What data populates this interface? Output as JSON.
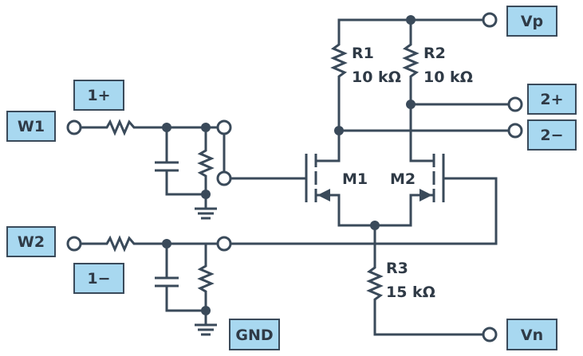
{
  "labels": {
    "vp": "Vp",
    "vn": "Vn",
    "gnd": "GND",
    "w1": "W1",
    "w2": "W2",
    "in_plus": "1+",
    "in_minus": "1−",
    "out_plus": "2+",
    "out_minus": "2−"
  },
  "components": {
    "r1": {
      "name": "R1",
      "value": "10 kΩ"
    },
    "r2": {
      "name": "R2",
      "value": "10 kΩ"
    },
    "r3": {
      "name": "R3",
      "value": "15 kΩ"
    },
    "m1": {
      "name": "M1"
    },
    "m2": {
      "name": "M2"
    }
  },
  "colors": {
    "wire": "#3a4a5a",
    "label_box": "#a8d8f0",
    "text": "#2f3a46"
  }
}
